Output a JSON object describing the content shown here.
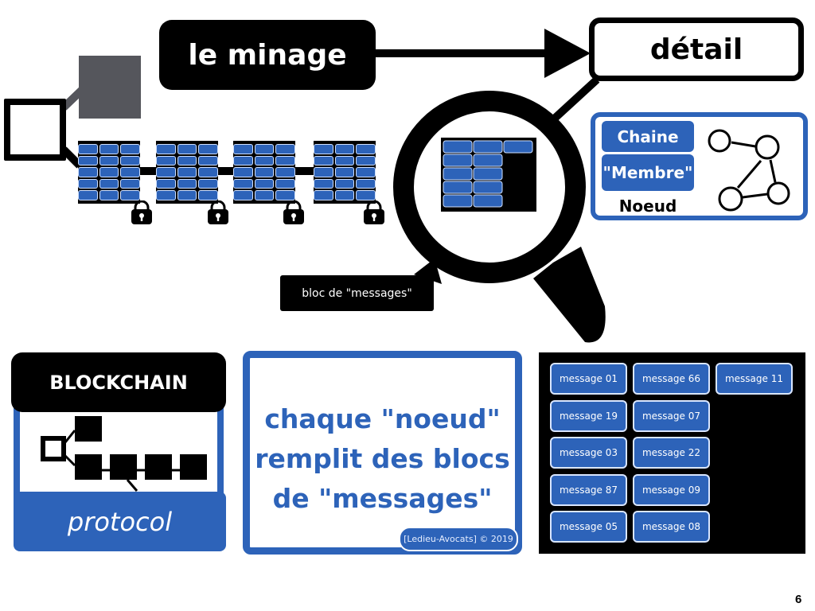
{
  "header": {
    "title": "le minage",
    "detail_label": "détail"
  },
  "chain": {
    "block_count": 4,
    "lock_icon": "lock-icon"
  },
  "magnifier": {
    "icon": "magnifying-glass-icon",
    "callout": "bloc de \"messages\""
  },
  "node_legend": {
    "chain_label": "Chaine",
    "member_label": "\"Membre\"",
    "node_label": "Noeud",
    "icon": "network-graph-icon"
  },
  "blockchain_card": {
    "title": "BLOCKCHAIN",
    "subtitle": "protocol",
    "icon": "blockchain-icon"
  },
  "statement": {
    "lines": [
      "chaque \"noeud\"",
      "remplit des blocs",
      "de \"messages\""
    ],
    "credit": "[Ledieu-Avocats] © 2019"
  },
  "messages": [
    [
      "message 01",
      "message 66",
      "message 11"
    ],
    [
      "message 19",
      "message 07"
    ],
    [
      "message 03",
      "message 22"
    ],
    [
      "message 87",
      "message 09"
    ],
    [
      "message 05",
      "message 08"
    ]
  ],
  "colors": {
    "accent_blue": "#2d63b9",
    "dark": "#000000",
    "orphan_gray": "#55565c"
  },
  "page_number": "6"
}
